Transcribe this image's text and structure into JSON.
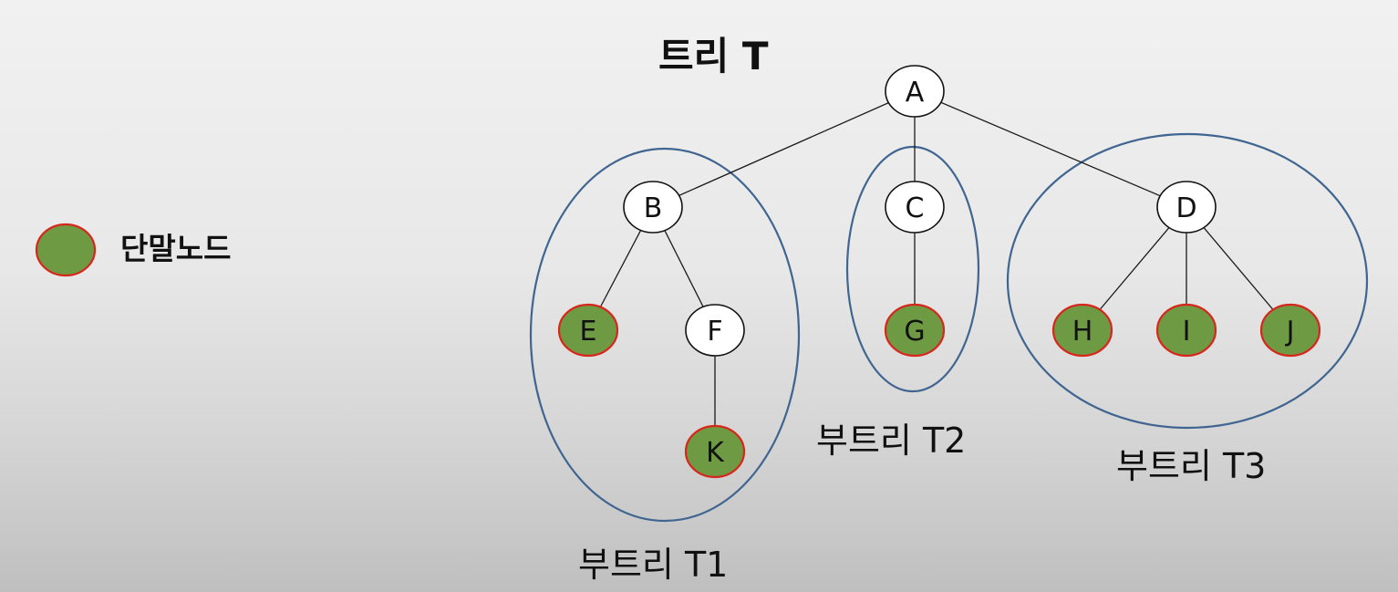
{
  "title": "트리 T",
  "legend": {
    "label": "단말노드"
  },
  "colors": {
    "leaf_fill": "#6f9a44",
    "leaf_stroke": "#d8261c",
    "node_fill": "#ffffff",
    "node_stroke": "#111111",
    "ellipse_stroke": "#3f6590",
    "edge": "#1a1a1a"
  },
  "tree": {
    "nodes": [
      {
        "id": "A",
        "label": "A",
        "leaf": false
      },
      {
        "id": "B",
        "label": "B",
        "leaf": false
      },
      {
        "id": "C",
        "label": "C",
        "leaf": false
      },
      {
        "id": "D",
        "label": "D",
        "leaf": false
      },
      {
        "id": "E",
        "label": "E",
        "leaf": true
      },
      {
        "id": "F",
        "label": "F",
        "leaf": false
      },
      {
        "id": "G",
        "label": "G",
        "leaf": true
      },
      {
        "id": "H",
        "label": "H",
        "leaf": true
      },
      {
        "id": "I",
        "label": "I",
        "leaf": true
      },
      {
        "id": "J",
        "label": "J",
        "leaf": true
      },
      {
        "id": "K",
        "label": "K",
        "leaf": true
      }
    ],
    "edges": [
      [
        "A",
        "B"
      ],
      [
        "A",
        "C"
      ],
      [
        "A",
        "D"
      ],
      [
        "B",
        "E"
      ],
      [
        "B",
        "F"
      ],
      [
        "F",
        "K"
      ],
      [
        "C",
        "G"
      ],
      [
        "D",
        "H"
      ],
      [
        "D",
        "I"
      ],
      [
        "D",
        "J"
      ]
    ]
  },
  "subtrees": [
    {
      "id": "T1",
      "label": "부트리 T1",
      "members": [
        "B",
        "E",
        "F",
        "K"
      ]
    },
    {
      "id": "T2",
      "label": "부트리 T2",
      "members": [
        "C",
        "G"
      ]
    },
    {
      "id": "T3",
      "label": "부트리 T3",
      "members": [
        "D",
        "H",
        "I",
        "J"
      ]
    }
  ]
}
